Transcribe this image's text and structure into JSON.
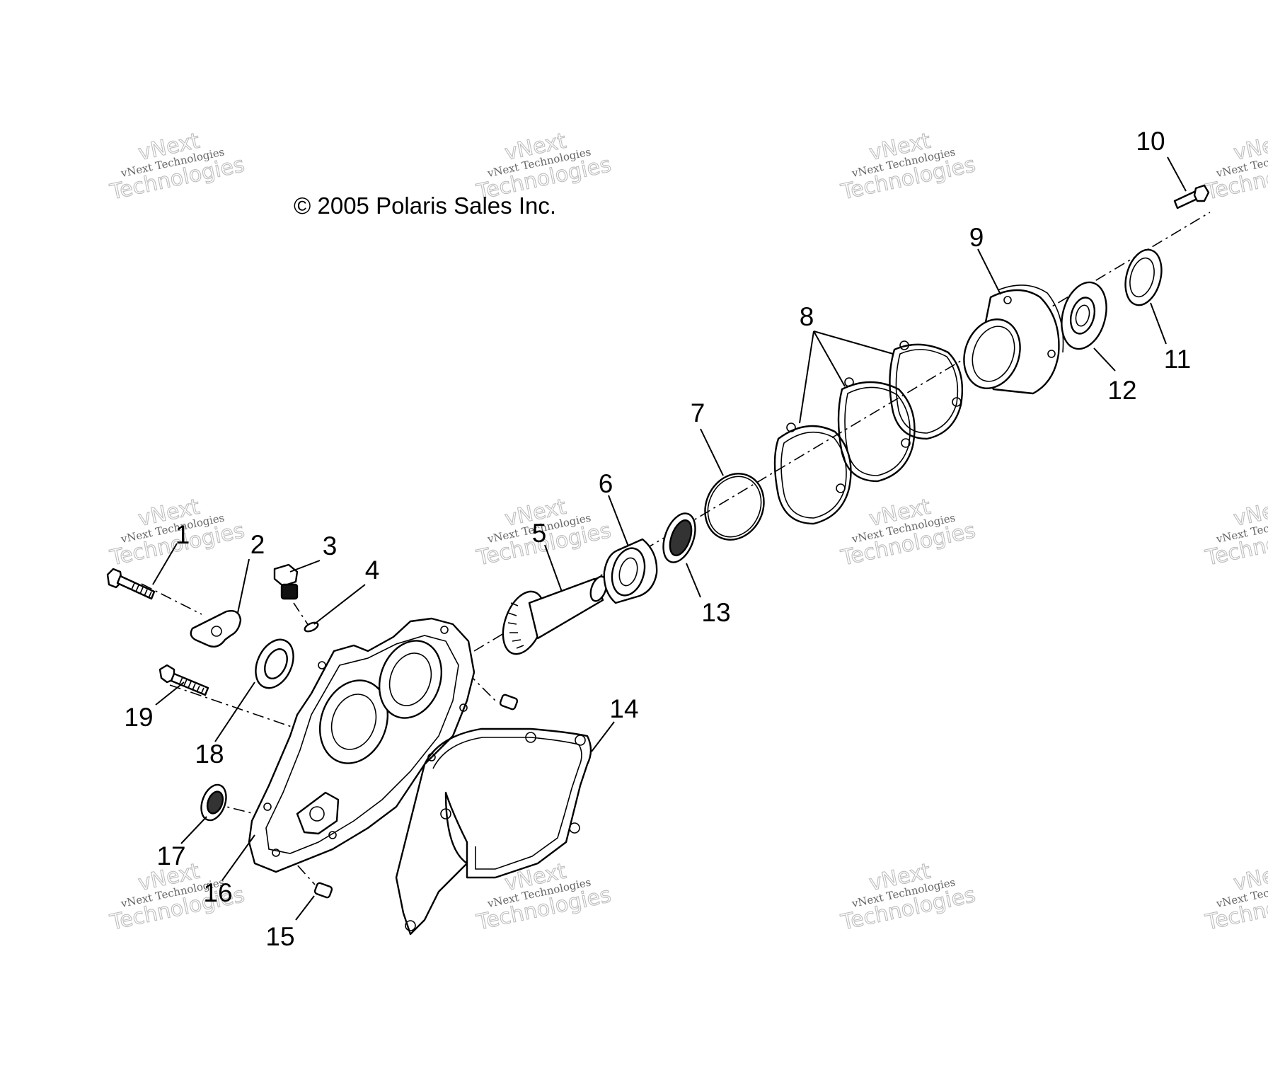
{
  "copyright": "© 2005 Polaris Sales Inc.",
  "watermark": {
    "line1": "vNext Technologies",
    "line2": "vNext",
    "line3": "Technologies"
  },
  "callouts": [
    "1",
    "2",
    "3",
    "4",
    "5",
    "6",
    "7",
    "8",
    "9",
    "10",
    "11",
    "12",
    "13",
    "14",
    "15",
    "16",
    "17",
    "18",
    "19"
  ]
}
